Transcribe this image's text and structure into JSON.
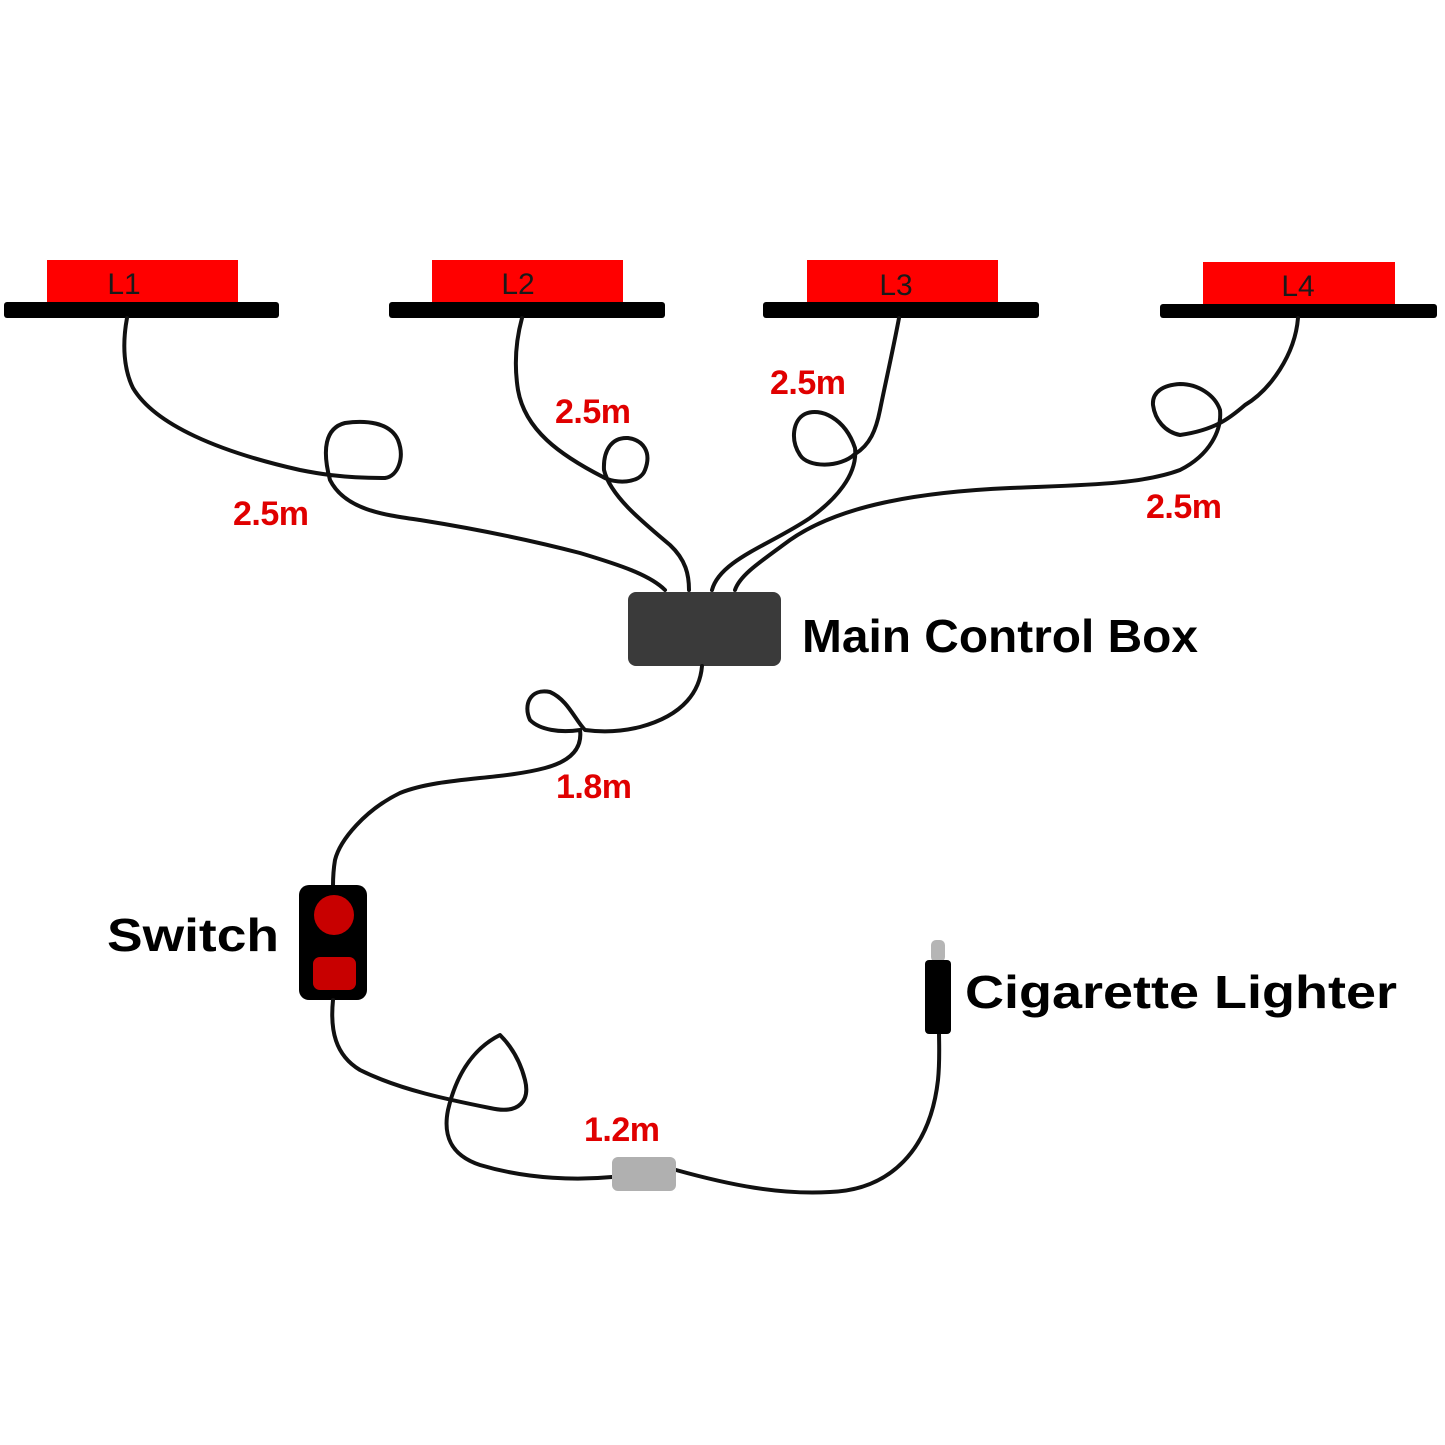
{
  "title": "LED Light Wiring Diagram",
  "colors": {
    "light_red": "#ff0000",
    "light_base": "#000000",
    "wire": "#111111",
    "length_label": "#e00000",
    "control_box": "#3a3a3a",
    "switch_body": "#000000",
    "switch_button": "#c80000",
    "fuse_holder": "#b0b0b0",
    "plug_body": "#000000",
    "plug_tip": "#b5b5b5"
  },
  "lights": [
    {
      "id": "L1",
      "label": "L1",
      "cable_length": "2.5m"
    },
    {
      "id": "L2",
      "label": "L2",
      "cable_length": "2.5m"
    },
    {
      "id": "L3",
      "label": "L3",
      "cable_length": "2.5m"
    },
    {
      "id": "L4",
      "label": "L4",
      "cable_length": "2.5m"
    }
  ],
  "components": {
    "control_box": {
      "label": "Main Control Box",
      "cable_length": "1.8m"
    },
    "switch": {
      "label": "Switch",
      "cable_length": "1.2m"
    },
    "plug": {
      "label": "Cigarette Lighter"
    }
  }
}
